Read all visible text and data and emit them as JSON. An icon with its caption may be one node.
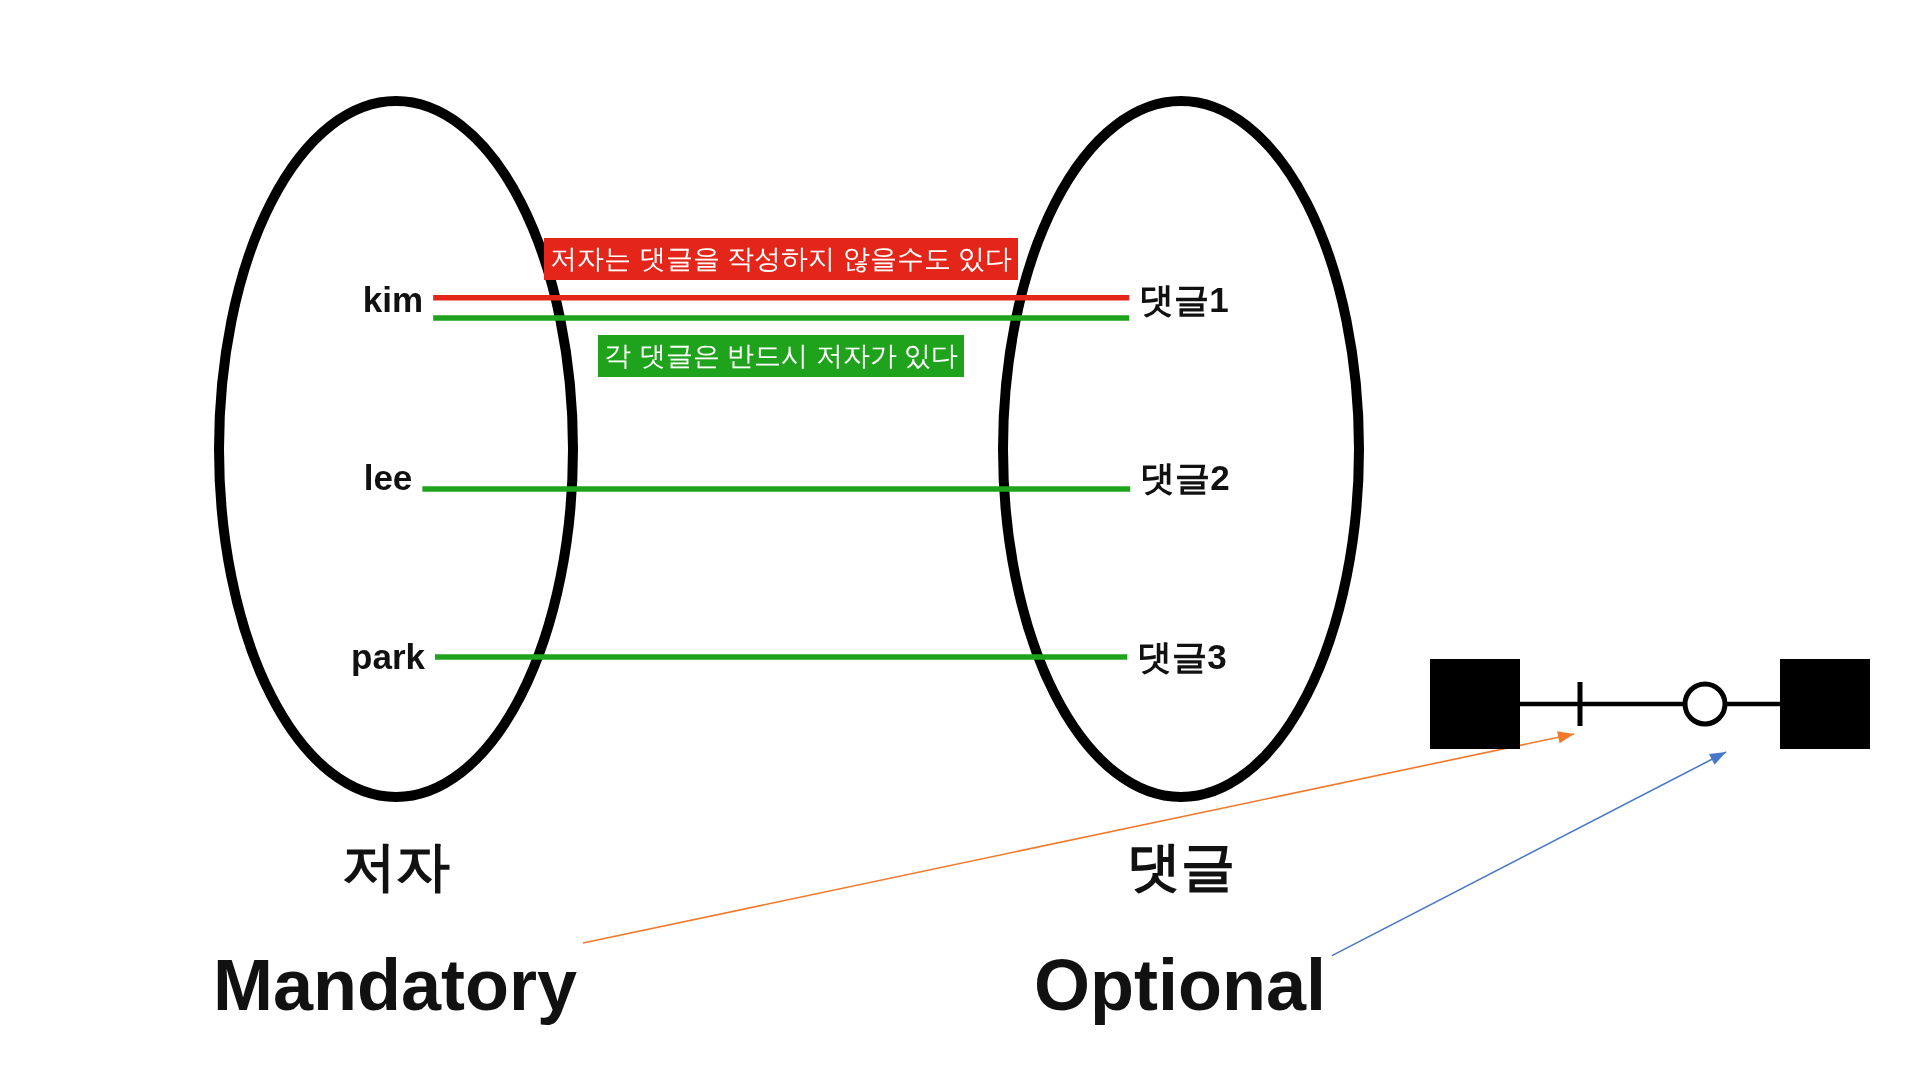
{
  "diagram": {
    "nodes": [
      {
        "text": [
          "저자"
        ]
      },
      {
        "text": [
          "kim"
        ],
        "in": 0
      },
      {
        "text": [
          "lee"
        ],
        "in": 0
      },
      {
        "text": [
          "park"
        ],
        "in": 0
      },
      {
        "text": [
          "댓글"
        ]
      },
      {
        "text": [
          "댓글1"
        ],
        "in": 4
      },
      {
        "text": [
          "댓글2"
        ],
        "in": 4
      },
      {
        "text": [
          "댓글3"
        ],
        "in": 4
      },
      {
        "text": [],
        "shape": "box"
      },
      {
        "text": [],
        "shape": "box"
      },
      {
        "text": [
          "Mandatory"
        ]
      },
      {
        "text": [
          "Optional"
        ]
      }
    ],
    "edges": [
      {
        "from": 1,
        "to": 5,
        "arrow": "none",
        "label": "저자는 댓글을 작성하지 않을수도 있다",
        "color": "#e32619"
      },
      {
        "from": 1,
        "to": 5,
        "arrow": "none",
        "label": "각 댓글은 반드시 저자가 있다"
      },
      {
        "from": 2,
        "to": 6,
        "arrow": "none"
      },
      {
        "from": 3,
        "to": 7,
        "arrow": "none"
      },
      {
        "from": 8,
        "to": 9,
        "arrow": "other",
        "color": "#000000"
      },
      {
        "from": 10,
        "to": null,
        "arrow": "to",
        "color": "#f0792b"
      },
      {
        "from": 11,
        "to": null,
        "arrow": "to",
        "color": "#4a78c8"
      }
    ]
  }
}
